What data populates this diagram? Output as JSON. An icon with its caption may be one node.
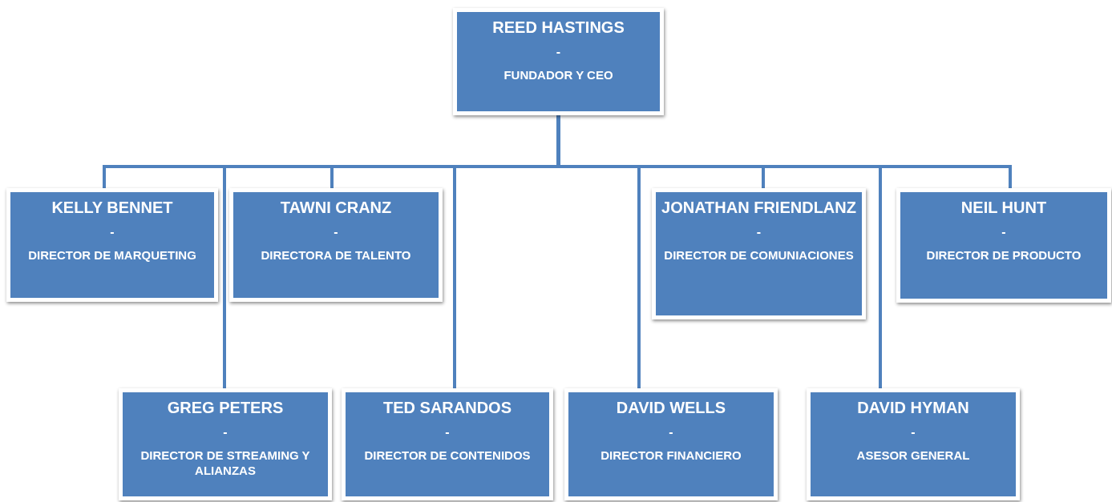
{
  "diagram": {
    "nodes": [
      {
        "text": [
          "REED HASTINGS",
          "-",
          "FUNDADOR Y CEO"
        ]
      },
      {
        "text": [
          "KELLY BENNET",
          "-",
          "DIRECTOR DE MARQUETING"
        ]
      },
      {
        "text": [
          "TAWNI CRANZ",
          "-",
          "DIRECTORA DE TALENTO"
        ]
      },
      {
        "text": [
          "JONATHAN FRIENDLANZ",
          "-",
          "DIRECTOR DE COMUNIACIONES"
        ]
      },
      {
        "text": [
          "NEIL HUNT",
          "-",
          "DIRECTOR DE PRODUCTO"
        ]
      },
      {
        "text": [
          "GREG PETERS",
          "-",
          "DIRECTOR DE STREAMING Y ALIANZAS"
        ]
      },
      {
        "text": [
          "TED SARANDOS",
          "-",
          "DIRECTOR DE CONTENIDOS"
        ]
      },
      {
        "text": [
          "DAVID WELLS",
          "-",
          "DIRECTOR FINANCIERO"
        ]
      },
      {
        "text": [
          "DAVID HYMAN",
          "-",
          "ASESOR GENERAL"
        ]
      }
    ],
    "edges": [
      {
        "from": 0,
        "to": 1,
        "arrow": "none"
      },
      {
        "from": 0,
        "to": 2,
        "arrow": "none"
      },
      {
        "from": 0,
        "to": 3,
        "arrow": "none"
      },
      {
        "from": 0,
        "to": 4,
        "arrow": "none"
      },
      {
        "from": 0,
        "to": 5,
        "arrow": "none"
      },
      {
        "from": 0,
        "to": 6,
        "arrow": "none"
      },
      {
        "from": 0,
        "to": 7,
        "arrow": "none"
      },
      {
        "from": 0,
        "to": 8,
        "arrow": "none"
      }
    ]
  }
}
